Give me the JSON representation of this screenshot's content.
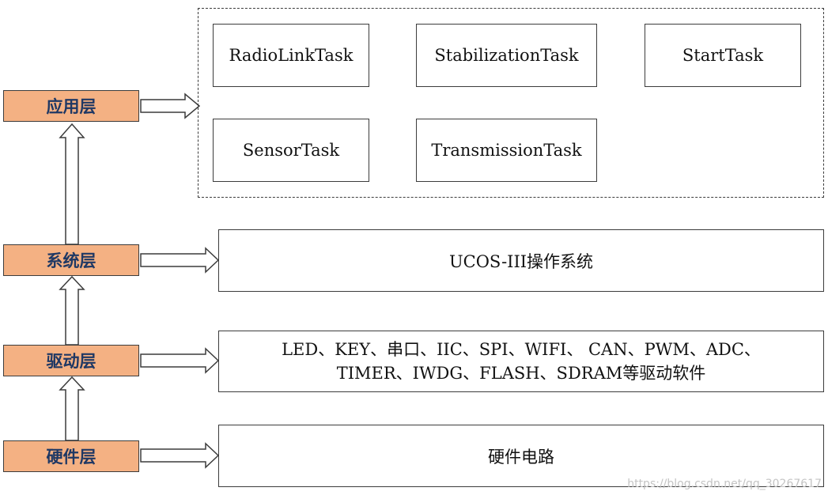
{
  "layers": {
    "app": "应用层",
    "system": "系统层",
    "driver": "驱动层",
    "hardware": "硬件层"
  },
  "tasks": {
    "radio_link": "RadioLinkTask",
    "stabilization": "StabilizationTask",
    "start": "StartTask",
    "sensor": "SensorTask",
    "transmission": "TransmissionTask"
  },
  "system_box": "UCOS-III操作系统",
  "driver_box": {
    "line1": "LED、KEY、串口、IIC、SPI、WIFI、 CAN、PWM、ADC、",
    "line2": "TIMER、IWDG、FLASH、SDRAM等驱动软件"
  },
  "hardware_box": "硬件电路",
  "watermark": "https://blog.csdn.net/qq_30267617",
  "colors": {
    "layer_fill": "#f4b183",
    "layer_text": "#1f3864",
    "border": "#3c3c3c"
  }
}
